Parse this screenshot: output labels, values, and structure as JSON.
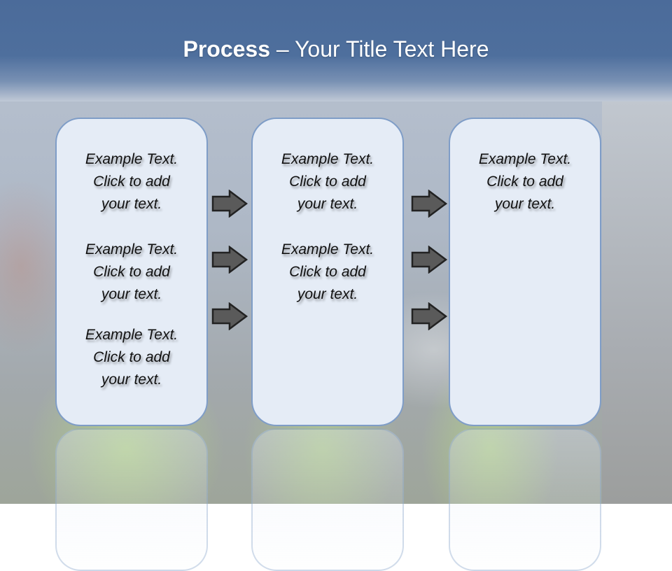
{
  "slide": {
    "title_bold": "Process",
    "title_rest": " – Your Title Text Here",
    "colors": {
      "header": "#4b6b9a",
      "box_fill": "#e5ecf6",
      "box_border": "#7f9dc7",
      "arrow_fill": "#5a5a5a",
      "arrow_stroke": "#222222"
    }
  },
  "columns": [
    {
      "entries": [
        {
          "line1": "Example Text.",
          "line2": "Click  to add",
          "line3": "your text."
        },
        {
          "line1": "Example Text.",
          "line2": "Click  to add",
          "line3": "your text."
        },
        {
          "line1": "Example Text.",
          "line2": "Click  to add",
          "line3": "your text."
        }
      ]
    },
    {
      "entries": [
        {
          "line1": "Example Text.",
          "line2": "Click  to add",
          "line3": "your text."
        },
        {
          "line1": "Example Text.",
          "line2": "Click  to add",
          "line3": "your text."
        }
      ]
    },
    {
      "entries": [
        {
          "line1": "Example Text.",
          "line2": "Click  to add",
          "line3": "your text."
        }
      ]
    }
  ],
  "arrows": {
    "group1_count": 3,
    "group2_count": 3,
    "icon": "right-arrow-icon"
  }
}
